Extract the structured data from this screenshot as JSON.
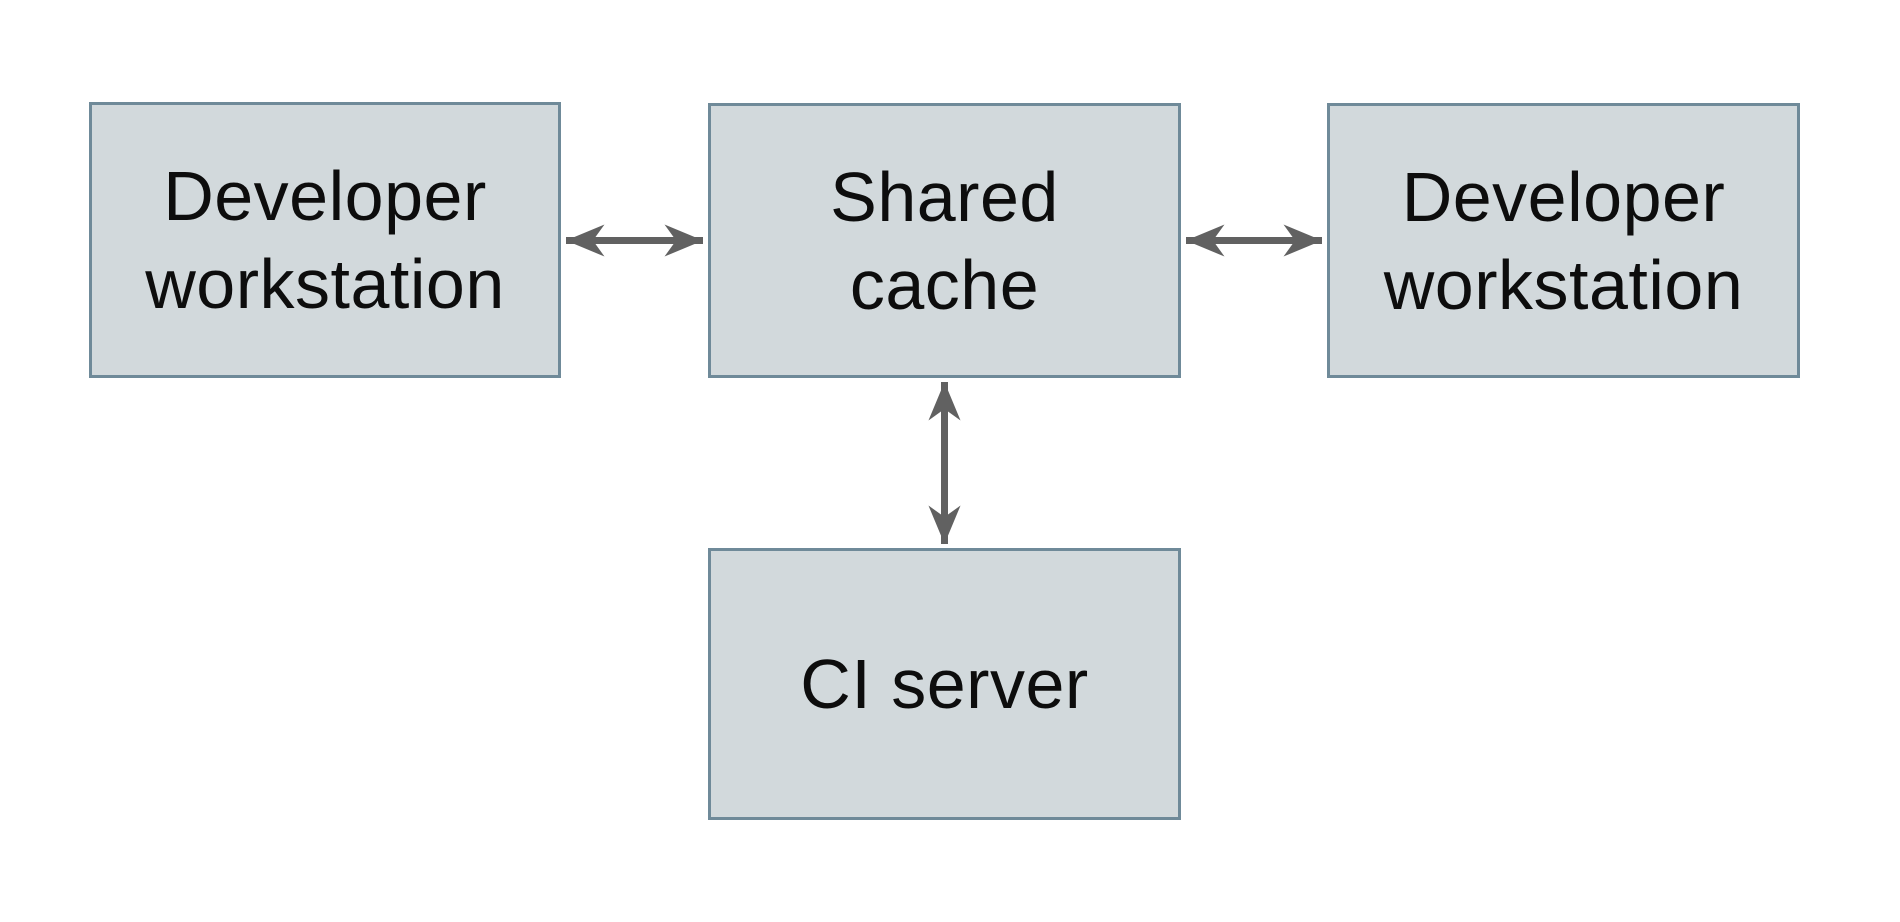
{
  "diagram": {
    "type": "architecture-diagram",
    "nodes": {
      "dev_left": {
        "label": "Developer workstation",
        "lines": [
          "Developer",
          "workstation"
        ]
      },
      "shared_cache": {
        "label": "Shared cache",
        "lines": [
          "Shared",
          "cache"
        ]
      },
      "dev_right": {
        "label": "Developer workstation",
        "lines": [
          "Developer",
          "workstation"
        ]
      },
      "ci_server": {
        "label": "CI server",
        "lines": [
          "CI server"
        ]
      }
    },
    "edges": [
      {
        "from": "dev_left",
        "to": "shared_cache",
        "type": "bidirectional-arrow",
        "orientation": "horizontal"
      },
      {
        "from": "shared_cache",
        "to": "dev_right",
        "type": "bidirectional-arrow",
        "orientation": "horizontal"
      },
      {
        "from": "shared_cache",
        "to": "ci_server",
        "type": "bidirectional-arrow",
        "orientation": "vertical"
      }
    ]
  },
  "colors": {
    "node_fill": "#d2d9dc",
    "node_border": "#6f8a99",
    "arrow": "#616161",
    "text": "#0d0d0d",
    "background": "#ffffff"
  }
}
